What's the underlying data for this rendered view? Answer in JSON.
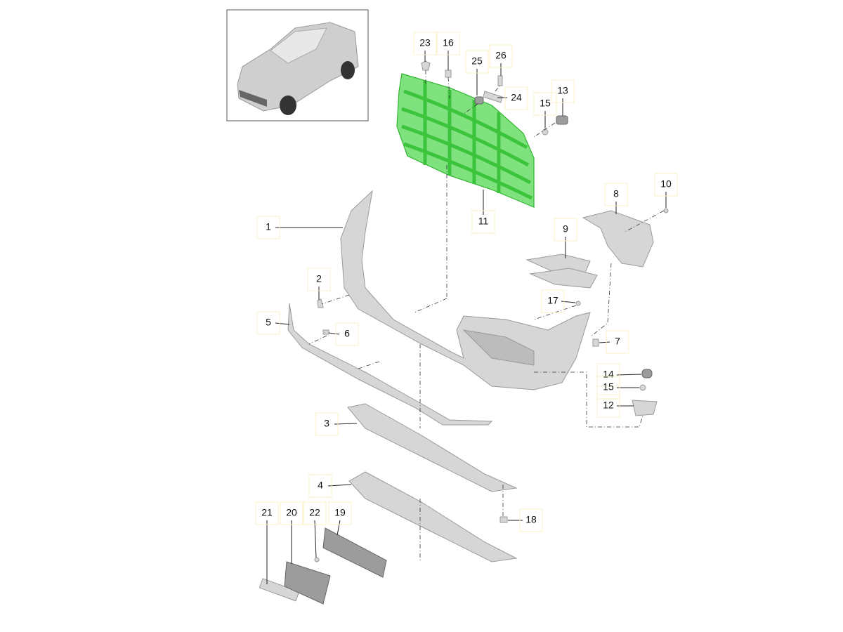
{
  "diagram": {
    "title": "Front bumper parts diagram",
    "highlight_color": "#7fe27f",
    "callouts": [
      {
        "id": "23",
        "label": "23"
      },
      {
        "id": "16",
        "label": "16"
      },
      {
        "id": "25",
        "label": "25"
      },
      {
        "id": "26",
        "label": "26"
      },
      {
        "id": "24",
        "label": "24"
      },
      {
        "id": "15a",
        "label": "15"
      },
      {
        "id": "13",
        "label": "13"
      },
      {
        "id": "10",
        "label": "10"
      },
      {
        "id": "8",
        "label": "8"
      },
      {
        "id": "11",
        "label": "11"
      },
      {
        "id": "9",
        "label": "9"
      },
      {
        "id": "1",
        "label": "1"
      },
      {
        "id": "2",
        "label": "2"
      },
      {
        "id": "17",
        "label": "17"
      },
      {
        "id": "5",
        "label": "5"
      },
      {
        "id": "6",
        "label": "6"
      },
      {
        "id": "7",
        "label": "7"
      },
      {
        "id": "14",
        "label": "14"
      },
      {
        "id": "15b",
        "label": "15"
      },
      {
        "id": "12",
        "label": "12"
      },
      {
        "id": "3",
        "label": "3"
      },
      {
        "id": "4",
        "label": "4"
      },
      {
        "id": "18",
        "label": "18"
      },
      {
        "id": "21",
        "label": "21"
      },
      {
        "id": "20",
        "label": "20"
      },
      {
        "id": "22",
        "label": "22"
      },
      {
        "id": "19",
        "label": "19"
      }
    ]
  }
}
